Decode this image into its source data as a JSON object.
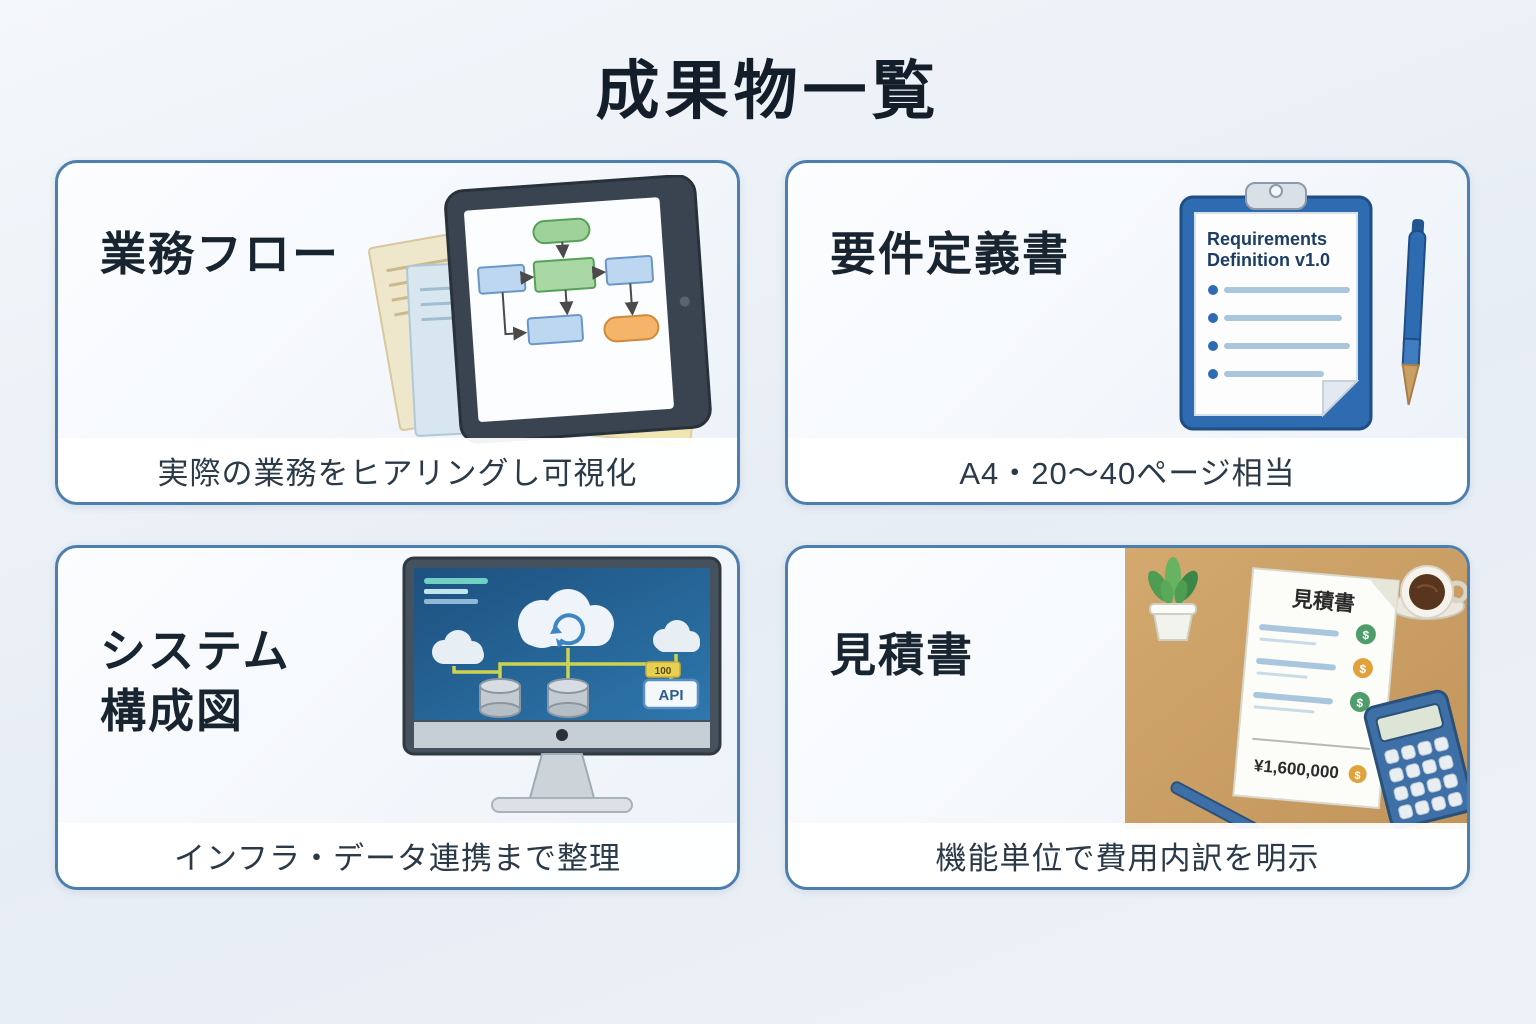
{
  "page": {
    "title": "成果物一覧"
  },
  "cards": [
    {
      "title": "業務フロー",
      "caption": "実際の業務をヒアリングし可視化"
    },
    {
      "title": "要件定義書",
      "caption": "A4・20〜40ページ相当",
      "doc_line1": "Requirements",
      "doc_line2": "Definition v1.0"
    },
    {
      "title_line1": "システム",
      "title_line2": "構成図",
      "caption": "インフラ・データ連携まで整理",
      "api_label": "API",
      "api_tag": "100"
    },
    {
      "title": "見積書",
      "caption": "機能単位で費用内訳を明示",
      "doc_title": "見積書",
      "amount": "¥1,600,000",
      "currency_symbol": "$"
    }
  ],
  "colors": {
    "background": "#e9eef5",
    "card_border": "#4d7fae",
    "title_text": "#18242f",
    "caption_text": "#2b3a48",
    "accent_blue": "#2f6bb0",
    "accent_green": "#9fd29b",
    "accent_orange": "#f4b469"
  }
}
